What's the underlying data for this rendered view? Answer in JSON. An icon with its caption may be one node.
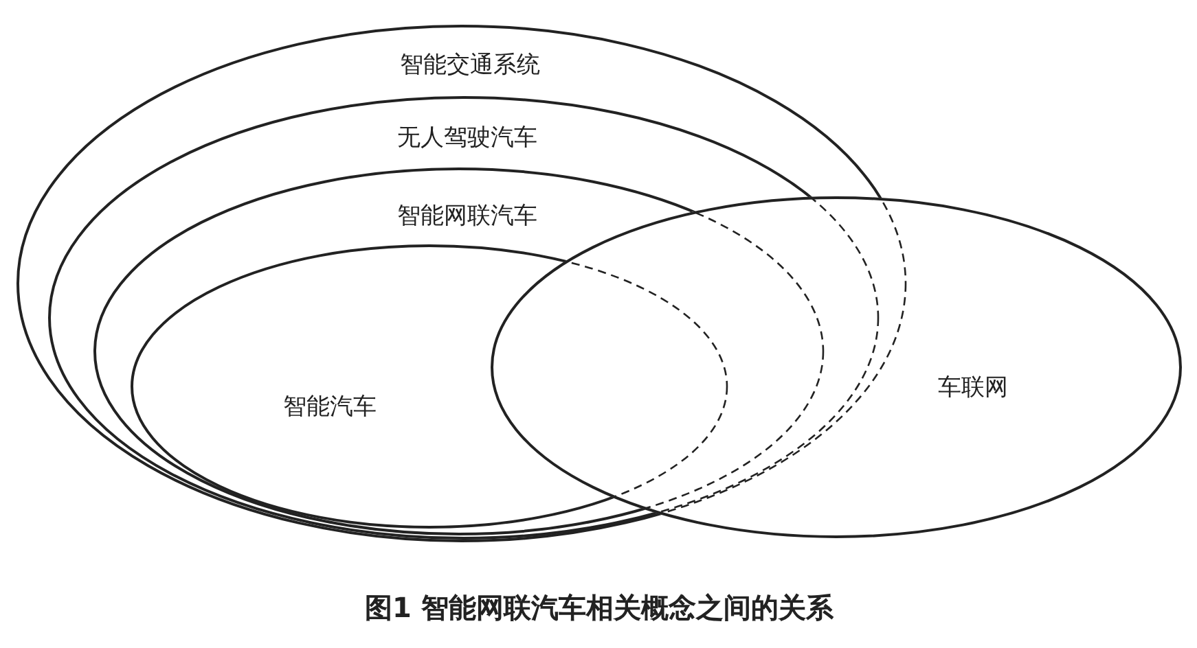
{
  "diagram": {
    "caption": "图1 智能网联汽车相关概念之间的关系",
    "nodes": [
      {
        "text": [
          "智能交通系统"
        ]
      },
      {
        "text": [
          "无人驾驶汽车"
        ],
        "in": 0
      },
      {
        "text": [
          "智能网联汽车"
        ],
        "in": 1
      },
      {
        "text": [
          "智能汽车"
        ],
        "in": 2
      },
      {
        "text": [
          "车联网"
        ]
      }
    ],
    "edges": []
  }
}
